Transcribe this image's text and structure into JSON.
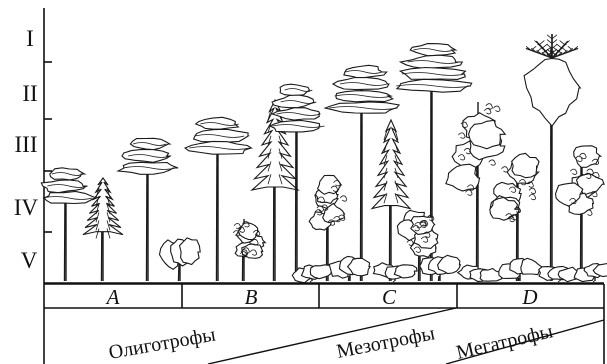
{
  "strata": [
    "I",
    "II",
    "III",
    "IV",
    "V"
  ],
  "zones": [
    "A",
    "B",
    "C",
    "D"
  ],
  "trophic_groups": [
    "Олиготрофы",
    "Мезотрофы",
    "Мегатрофы"
  ]
}
